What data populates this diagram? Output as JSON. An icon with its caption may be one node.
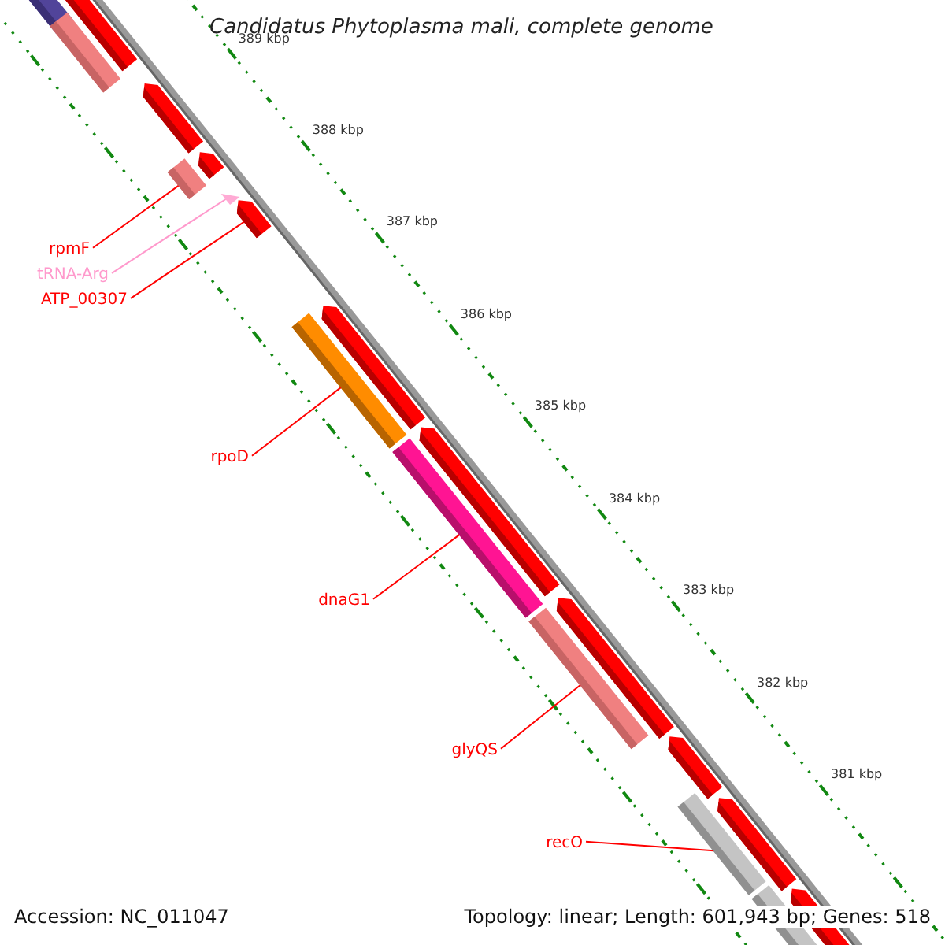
{
  "diagram": {
    "title": "Candidatus Phytoplasma mali, complete genome",
    "nodes": [
      {
        "text": [
          "rpmF"
        ]
      },
      {
        "text": [],
        "shape": "bar"
      },
      {
        "text": [
          "tRNA-Arg"
        ]
      },
      {
        "text": [],
        "shape": "triangle"
      },
      {
        "text": [
          "ATP_00307"
        ]
      },
      {
        "text": [],
        "shape": "arrow"
      },
      {
        "text": [
          "rpoD"
        ]
      },
      {
        "text": [],
        "shape": "bar"
      },
      {
        "text": [
          "dnaG1"
        ]
      },
      {
        "text": [],
        "shape": "bar"
      },
      {
        "text": [
          "glyQS"
        ]
      },
      {
        "text": [],
        "shape": "bar"
      },
      {
        "text": [
          "recO"
        ]
      },
      {
        "text": [],
        "shape": "bar"
      }
    ],
    "edges": [
      {
        "from": 0,
        "to": 1,
        "arrow": "none"
      },
      {
        "from": 2,
        "to": 3,
        "arrow": "none",
        "color": "#ff99cc"
      },
      {
        "from": 4,
        "to": 5,
        "arrow": "none"
      },
      {
        "from": 6,
        "to": 7,
        "arrow": "none"
      },
      {
        "from": 8,
        "to": 9,
        "arrow": "none"
      },
      {
        "from": 10,
        "to": 11,
        "arrow": "none"
      },
      {
        "from": 12,
        "to": 13,
        "arrow": "none"
      }
    ],
    "labels": [
      "389 kbp",
      "388 kbp",
      "387 kbp",
      "386 kbp",
      "385 kbp",
      "384 kbp",
      "383 kbp",
      "382 kbp",
      "381 kbp",
      "Accession: NC_011047",
      "Topology: linear; Length: 601,943 bp; Genes: 518"
    ]
  }
}
